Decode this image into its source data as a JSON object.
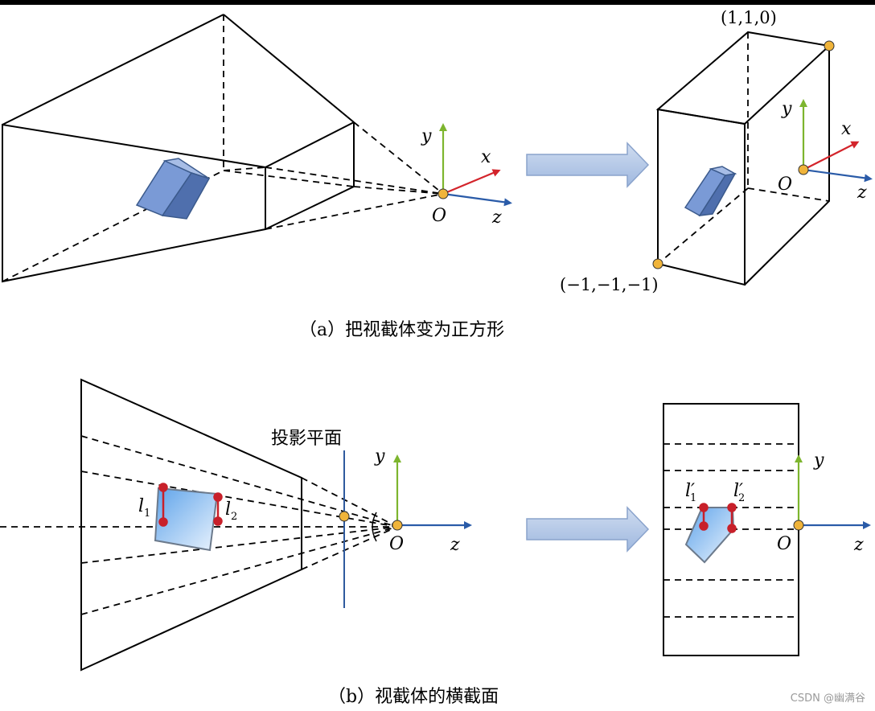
{
  "caption_a": "（a）把视截体变为正方形",
  "caption_b": "（b）视截体的横截面",
  "axes": {
    "x": "x",
    "y": "y",
    "z": "z",
    "origin": "O"
  },
  "corner_labels": {
    "max": "(1,1,0)",
    "min": "(−1,−1,−1)"
  },
  "projection_plane_label": "投影平面",
  "segment_labels": {
    "l1": {
      "base": "l",
      "sub": "1"
    },
    "l2": {
      "base": "l",
      "sub": "2"
    },
    "l1p": {
      "base": "l′",
      "sub": "1"
    },
    "l2p": {
      "base": "l′",
      "sub": "2"
    }
  },
  "watermark": "CSDN @幽满谷",
  "colors": {
    "y_axis": "#7db52e",
    "x_axis": "#d3242b",
    "z_axis": "#2a5ba8",
    "origin_point": "#f0b43a",
    "segment": "#c8202a",
    "plane_line": "#2f5a9e",
    "arrow_fill": "#b8cbe8"
  }
}
